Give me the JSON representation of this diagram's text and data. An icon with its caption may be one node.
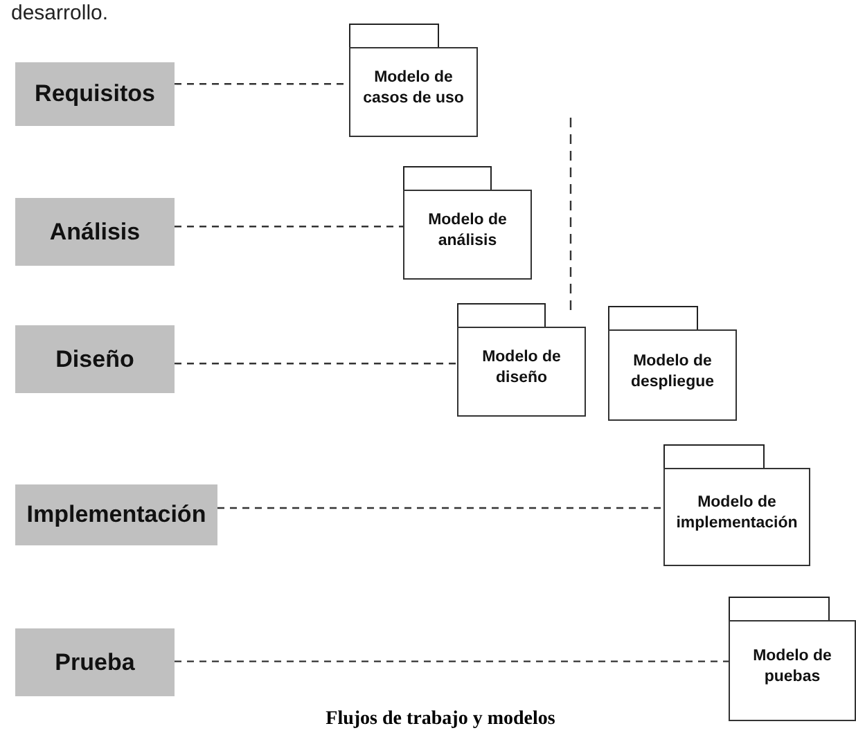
{
  "diagram": {
    "caption": "Flujos de trabajo y modelos",
    "nodes": [
      {
        "text": [
          "Requisitos"
        ]
      },
      {
        "text": [
          "Modelo de casos de uso"
        ]
      },
      {
        "text": [
          "Análisis"
        ]
      },
      {
        "text": [
          "Modelo de análisis"
        ]
      },
      {
        "text": [
          "Diseño"
        ]
      },
      {
        "text": [
          "Modelo de diseño"
        ]
      },
      {
        "text": [
          "Modelo de despliegue"
        ]
      },
      {
        "text": [
          "Implementación"
        ]
      },
      {
        "text": [
          "Modelo de implementación"
        ]
      },
      {
        "text": [
          "Prueba"
        ]
      },
      {
        "text": [
          "Modelo de puebas"
        ]
      }
    ],
    "edges": [
      {
        "from": 0,
        "to": 1,
        "arrow": "none",
        "style": "dashed"
      },
      {
        "from": 2,
        "to": 3,
        "arrow": "none",
        "style": "dashed"
      },
      {
        "from": 4,
        "to": 5,
        "arrow": "none",
        "style": "dashed"
      },
      {
        "from": 7,
        "to": 8,
        "arrow": "none",
        "style": "dashed"
      },
      {
        "from": 9,
        "to": 10,
        "arrow": "none",
        "style": "dashed"
      }
    ],
    "labels": [
      "desarrollo."
    ]
  }
}
